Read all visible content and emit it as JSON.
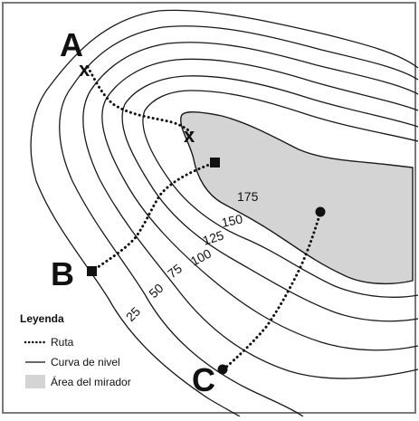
{
  "map": {
    "points": {
      "a": {
        "label": "A"
      },
      "b": {
        "label": "B"
      },
      "c": {
        "label": "C"
      }
    },
    "elevations": [
      "175",
      "150",
      "125",
      "100",
      "75",
      "50",
      "25"
    ],
    "colors": {
      "viewpoint_area": "#d4d4d4",
      "contour": "#1a1a1a",
      "route": "#111111",
      "frame": "#7a7a7a"
    },
    "legend": {
      "title": "Leyenda",
      "items": [
        {
          "icon": "dotted-line",
          "label": "Ruta"
        },
        {
          "icon": "solid-line",
          "label": "Curva de nivel"
        },
        {
          "icon": "gray-box",
          "label": "Área del mirador"
        }
      ]
    }
  }
}
